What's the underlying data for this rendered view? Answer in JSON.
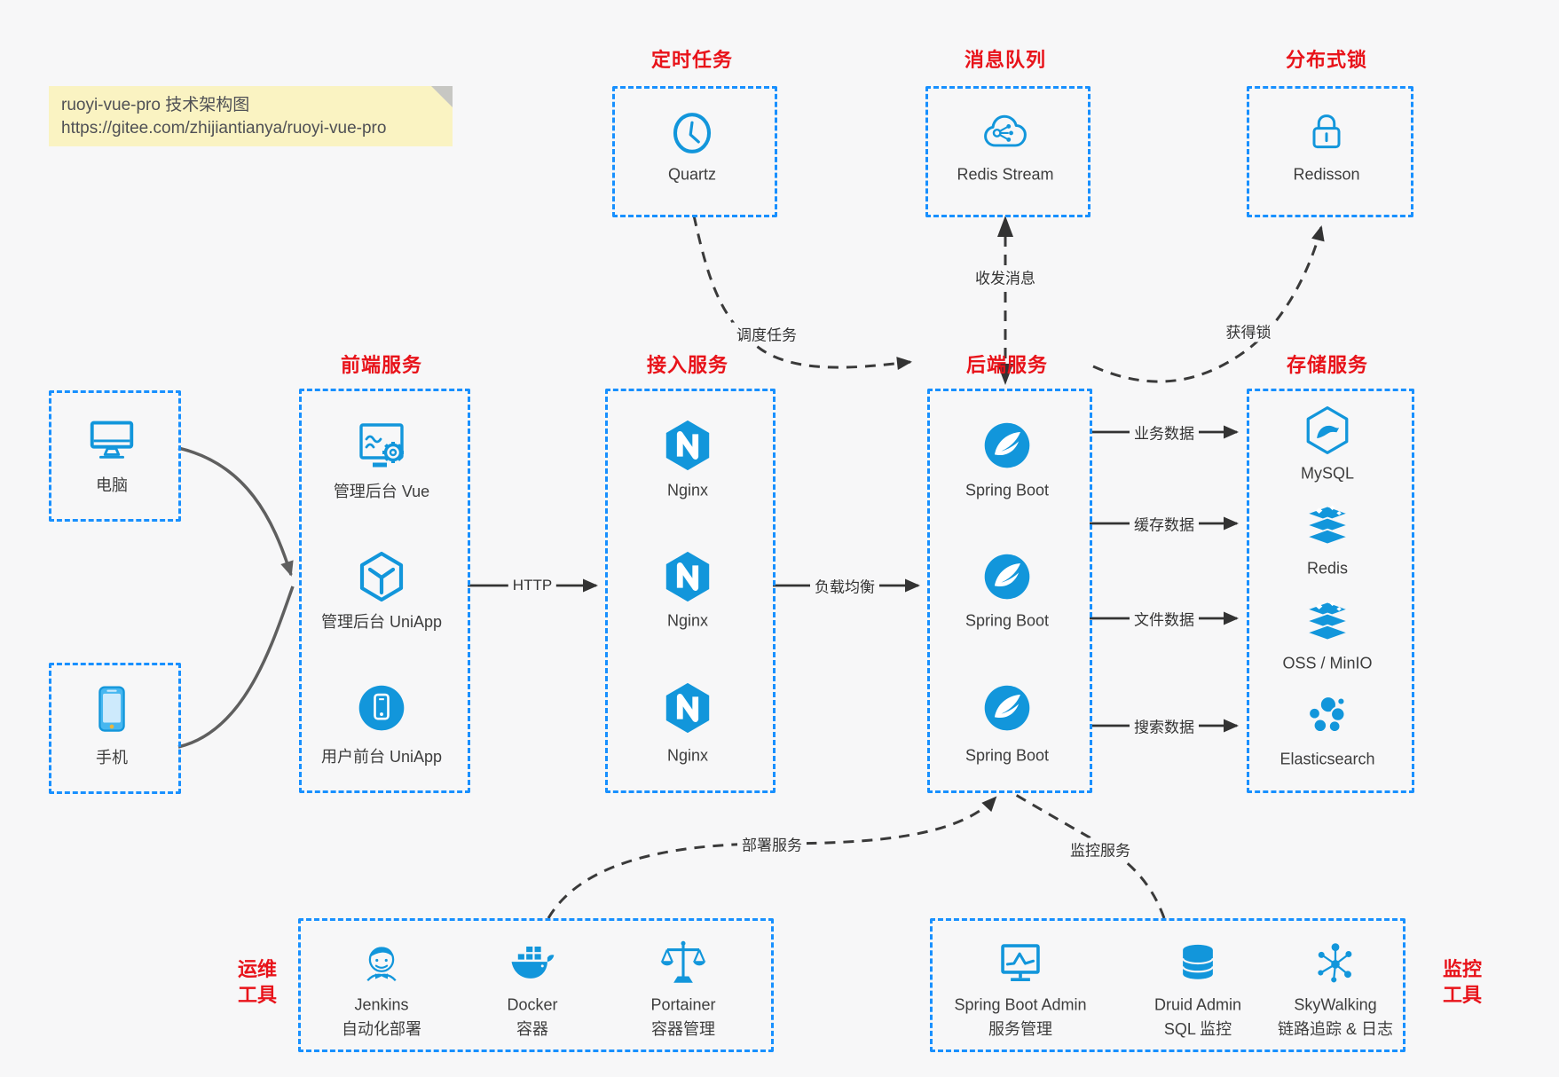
{
  "note": {
    "line1": "ruoyi-vue-pro 技术架构图",
    "line2": "https://gitee.com/zhijiantianya/ruoyi-vue-pro"
  },
  "top_groups": {
    "scheduler": {
      "title": "定时任务",
      "item": {
        "icon": "clock-icon",
        "label": "Quartz"
      }
    },
    "mq": {
      "title": "消息队列",
      "item": {
        "icon": "cloud-message-icon",
        "label": "Redis Stream"
      }
    },
    "lock": {
      "title": "分布式锁",
      "item": {
        "icon": "lock-icon",
        "label": "Redisson"
      }
    }
  },
  "clients": {
    "pc": {
      "icon": "desktop-icon",
      "label": "电脑"
    },
    "mobile": {
      "icon": "smartphone-icon",
      "label": "手机"
    }
  },
  "columns": {
    "frontend": {
      "title": "前端服务",
      "items": [
        {
          "icon": "admin-vue-icon",
          "label": "管理后台 Vue"
        },
        {
          "icon": "uniapp-cube-icon",
          "label": "管理后台 UniApp"
        },
        {
          "icon": "user-uniapp-icon",
          "label": "用户前台 UniApp"
        }
      ]
    },
    "gateway": {
      "title": "接入服务",
      "items": [
        {
          "icon": "nginx-icon",
          "label": "Nginx"
        },
        {
          "icon": "nginx-icon",
          "label": "Nginx"
        },
        {
          "icon": "nginx-icon",
          "label": "Nginx"
        }
      ]
    },
    "backend": {
      "title": "后端服务",
      "items": [
        {
          "icon": "spring-boot-icon",
          "label": "Spring Boot"
        },
        {
          "icon": "spring-boot-icon",
          "label": "Spring Boot"
        },
        {
          "icon": "spring-boot-icon",
          "label": "Spring Boot"
        }
      ]
    },
    "storage": {
      "title": "存储服务",
      "items": [
        {
          "icon": "mysql-icon",
          "label": "MySQL"
        },
        {
          "icon": "redis-icon",
          "label": "Redis"
        },
        {
          "icon": "oss-icon",
          "label": "OSS / MinIO"
        },
        {
          "icon": "elasticsearch-icon",
          "label": "Elasticsearch"
        }
      ]
    }
  },
  "bottom_groups": {
    "ops": {
      "label_line1": "运维",
      "label_line2": "工具",
      "items": [
        {
          "icon": "jenkins-icon",
          "label": "Jenkins",
          "sublabel": "自动化部署"
        },
        {
          "icon": "docker-icon",
          "label": "Docker",
          "sublabel": "容器"
        },
        {
          "icon": "portainer-icon",
          "label": "Portainer",
          "sublabel": "容器管理"
        }
      ]
    },
    "monitor": {
      "label_line1": "监控",
      "label_line2": "工具",
      "items": [
        {
          "icon": "springboot-admin-icon",
          "label": "Spring Boot Admin",
          "sublabel": "服务管理"
        },
        {
          "icon": "druid-icon",
          "label": "Druid Admin",
          "sublabel": "SQL 监控"
        },
        {
          "icon": "skywalking-icon",
          "label": "SkyWalking",
          "sublabel": "链路追踪 & 日志"
        }
      ]
    }
  },
  "edges": {
    "http": "HTTP",
    "load_balance": "负载均衡",
    "business_data": "业务数据",
    "cache_data": "缓存数据",
    "file_data": "文件数据",
    "search_data": "搜索数据",
    "schedule_task": "调度任务",
    "send_receive_msg": "收发消息",
    "acquire_lock": "获得锁",
    "deploy_service": "部署服务",
    "monitor_service": "监控服务"
  },
  "colors": {
    "icon_blue": "#1296db",
    "border_blue": "#1890ff",
    "title_red": "#e8131a",
    "note_bg": "#faf3c2",
    "arrow_dark": "#333333",
    "arrow_gray": "#5f5f5f"
  }
}
